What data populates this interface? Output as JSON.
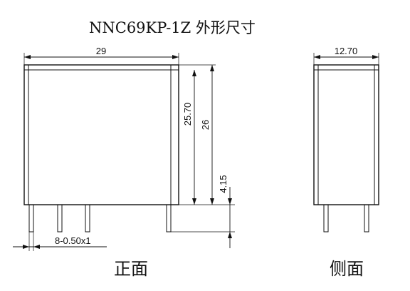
{
  "title": "NNC69KP-1Z 外形尺寸",
  "front_view": {
    "label": "正面",
    "dimensions": {
      "width": "29",
      "height": "26",
      "body_height": "25.70",
      "pin_length": "4.15",
      "pin_section": "8-0.50x1"
    }
  },
  "side_view": {
    "label": "侧面",
    "dimensions": {
      "width": "12.70"
    }
  }
}
